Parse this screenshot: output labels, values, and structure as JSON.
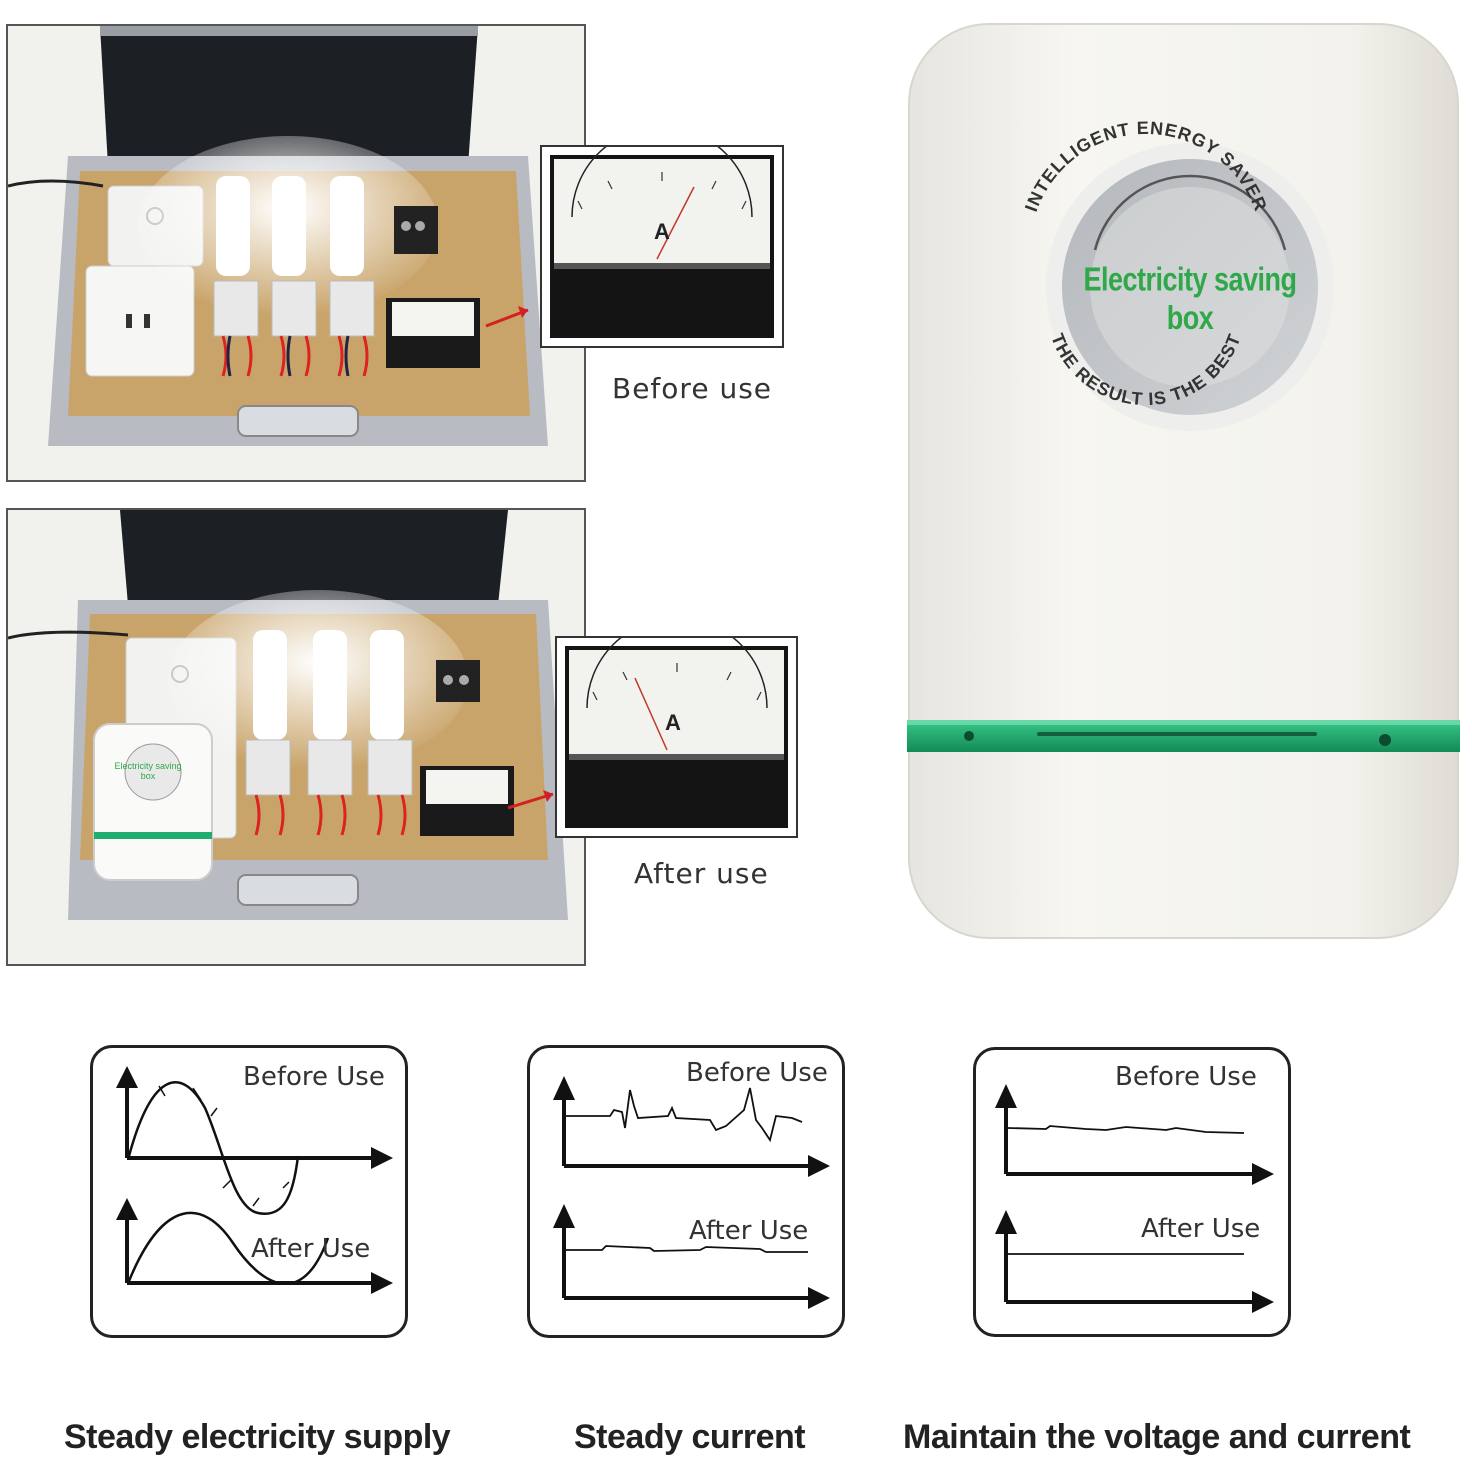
{
  "comparison": {
    "before_caption": "Before use",
    "after_caption": "After use"
  },
  "device": {
    "label_top": "INTELLIGENT ENERGY SAVER",
    "label_main": "Electricity saving box",
    "label_bottom": "THE RESULT IS THE BEST",
    "mini_label": "Electricity saving box",
    "meter_unit": "A",
    "accent_color": "#1fae6e",
    "label_green": "#2fa84a"
  },
  "panels": [
    {
      "before_label": "Before Use",
      "after_label": "After Use",
      "caption": "Steady electricity supply"
    },
    {
      "before_label": "Before Use",
      "after_label": "After Use",
      "caption": "Steady current"
    },
    {
      "before_label": "Before Use",
      "after_label": "After Use",
      "caption": "Maintain the voltage and current"
    }
  ]
}
